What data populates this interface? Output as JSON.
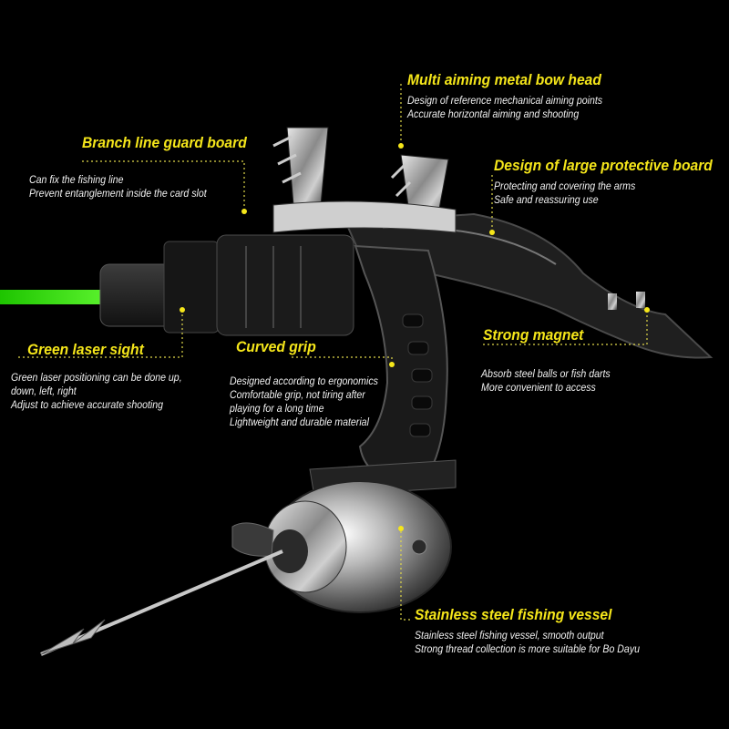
{
  "colors": {
    "title": "#f5e61a",
    "text": "#f2f2f2",
    "laser": "#2fe000",
    "background": "#000000"
  },
  "callouts": {
    "bow_head": {
      "title": "Multi aiming metal bow head",
      "lines": [
        "Design of reference mechanical aiming points",
        "Accurate horizontal aiming and shooting"
      ]
    },
    "guard_board": {
      "title": "Branch line guard board",
      "lines": [
        "Can fix the fishing line",
        "Prevent entanglement inside the card slot"
      ]
    },
    "protective_board": {
      "title": "Design of large protective board",
      "lines": [
        "Protecting and covering the arms",
        "Safe and reassuring use"
      ]
    },
    "laser_sight": {
      "title": "Green laser sight",
      "lines": [
        "Green laser positioning can be done up,",
        "down, left, right",
        "Adjust to achieve accurate shooting"
      ]
    },
    "curved_grip": {
      "title": "Curved grip",
      "lines": [
        "Designed according to ergonomics",
        "Comfortable grip, not tiring after",
        "playing for a long time",
        "Lightweight and durable material"
      ]
    },
    "magnet": {
      "title": "Strong magnet",
      "lines": [
        "Absorb steel balls or fish darts",
        "More convenient to access"
      ]
    },
    "fishing_vessel": {
      "title": "Stainless steel fishing vessel",
      "lines": [
        "Stainless steel fishing vessel, smooth output",
        "Strong thread collection is more suitable for Bo Dayu"
      ]
    }
  }
}
